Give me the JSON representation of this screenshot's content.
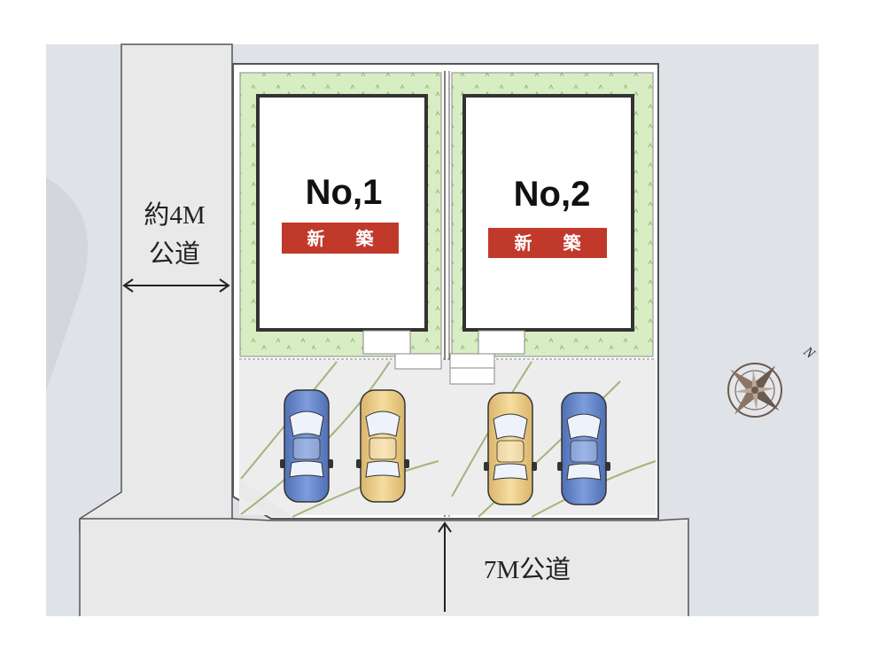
{
  "lots": [
    {
      "name": "No,1",
      "badge": "新 築"
    },
    {
      "name": "No,2",
      "badge": "新 築"
    }
  ],
  "roads": {
    "west": {
      "line1": "約4M",
      "line2": "公道"
    },
    "south": {
      "label": "7M公道"
    }
  },
  "compass": {
    "north_label": "N"
  },
  "colors": {
    "surround": "#dfe2e6",
    "road": "#e9e9e9",
    "lawn": "#d9edc4",
    "badge": "#c0392b",
    "car_blue": "#6f8fd0",
    "car_yellow": "#f1d592"
  }
}
